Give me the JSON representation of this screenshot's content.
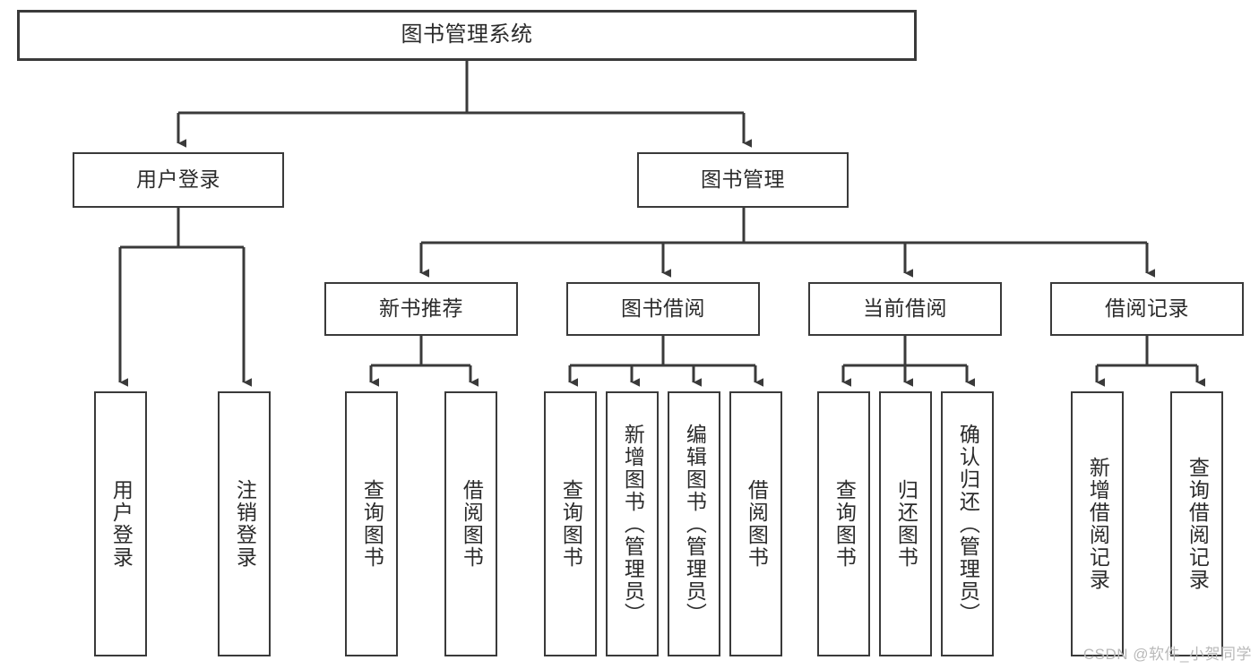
{
  "diagram": {
    "title": "图书管理系统",
    "type": "tree",
    "colors": {
      "box_border": "#3a3a3a",
      "box_fill": "#ffffff",
      "connector": "#3a3a3a",
      "text": "#2b2b2b",
      "watermark": "#b9b9b9",
      "background": "#ffffff"
    },
    "root": {
      "label": "图书管理系统"
    },
    "level2": [
      {
        "label": "用户登录"
      },
      {
        "label": "图书管理"
      }
    ],
    "level3": [
      {
        "label": "新书推荐"
      },
      {
        "label": "图书借阅"
      },
      {
        "label": "当前借阅"
      },
      {
        "label": "借阅记录"
      }
    ],
    "leaves": {
      "user_login": [
        {
          "label": "用户登录"
        },
        {
          "label": "注销登录"
        }
      ],
      "new_book_recommend": [
        {
          "label": "查询图书"
        },
        {
          "label": "借阅图书"
        }
      ],
      "book_borrow": [
        {
          "label": "查询图书"
        },
        {
          "label": "新增图书（管理员）"
        },
        {
          "label": "编辑图书（管理员）"
        },
        {
          "label": "借阅图书"
        }
      ],
      "current_borrow": [
        {
          "label": "查询图书"
        },
        {
          "label": "归还图书"
        },
        {
          "label": "确认归还（管理员）"
        }
      ],
      "borrow_record": [
        {
          "label": "新增借阅记录"
        },
        {
          "label": "查询借阅记录"
        }
      ]
    }
  },
  "watermark": {
    "text": "CSDN @软件_小贺同学"
  }
}
